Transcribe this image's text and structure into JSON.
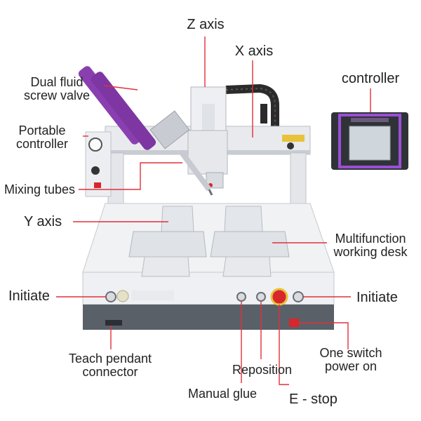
{
  "labels": {
    "z_axis": "Z  axis",
    "x_axis": "X axis",
    "controller": "controller",
    "dual_fluid_line1": "Dual fluid",
    "dual_fluid_line2": "screw valve",
    "portable_line1": "Portable",
    "portable_line2": "controller",
    "mixing_tubes": "Mixing tubes",
    "y_axis": "Y  axis",
    "multifunction_line1": "Multifunction",
    "multifunction_line2": "working desk",
    "initiate_left": "Initiate",
    "initiate_right": "Initiate",
    "teach_line1": "Teach pendant",
    "teach_line2": "connector",
    "reposition": "Reposition",
    "one_switch_line1": "One switch",
    "one_switch_line2": "power on",
    "manual_glue": "Manual glue",
    "e_stop": "E - stop"
  },
  "colors": {
    "callout_line": "#e0303a",
    "frame": "#e8eaee",
    "frame_shadow": "#c9ccd2",
    "base_dark": "#5a6068",
    "valve_purple": "#8a3fb0",
    "controller_frame": "#9b4fd6",
    "controller_body": "#2f3338",
    "screen": "#cfd6dc",
    "estop_red": "#d8262c"
  }
}
